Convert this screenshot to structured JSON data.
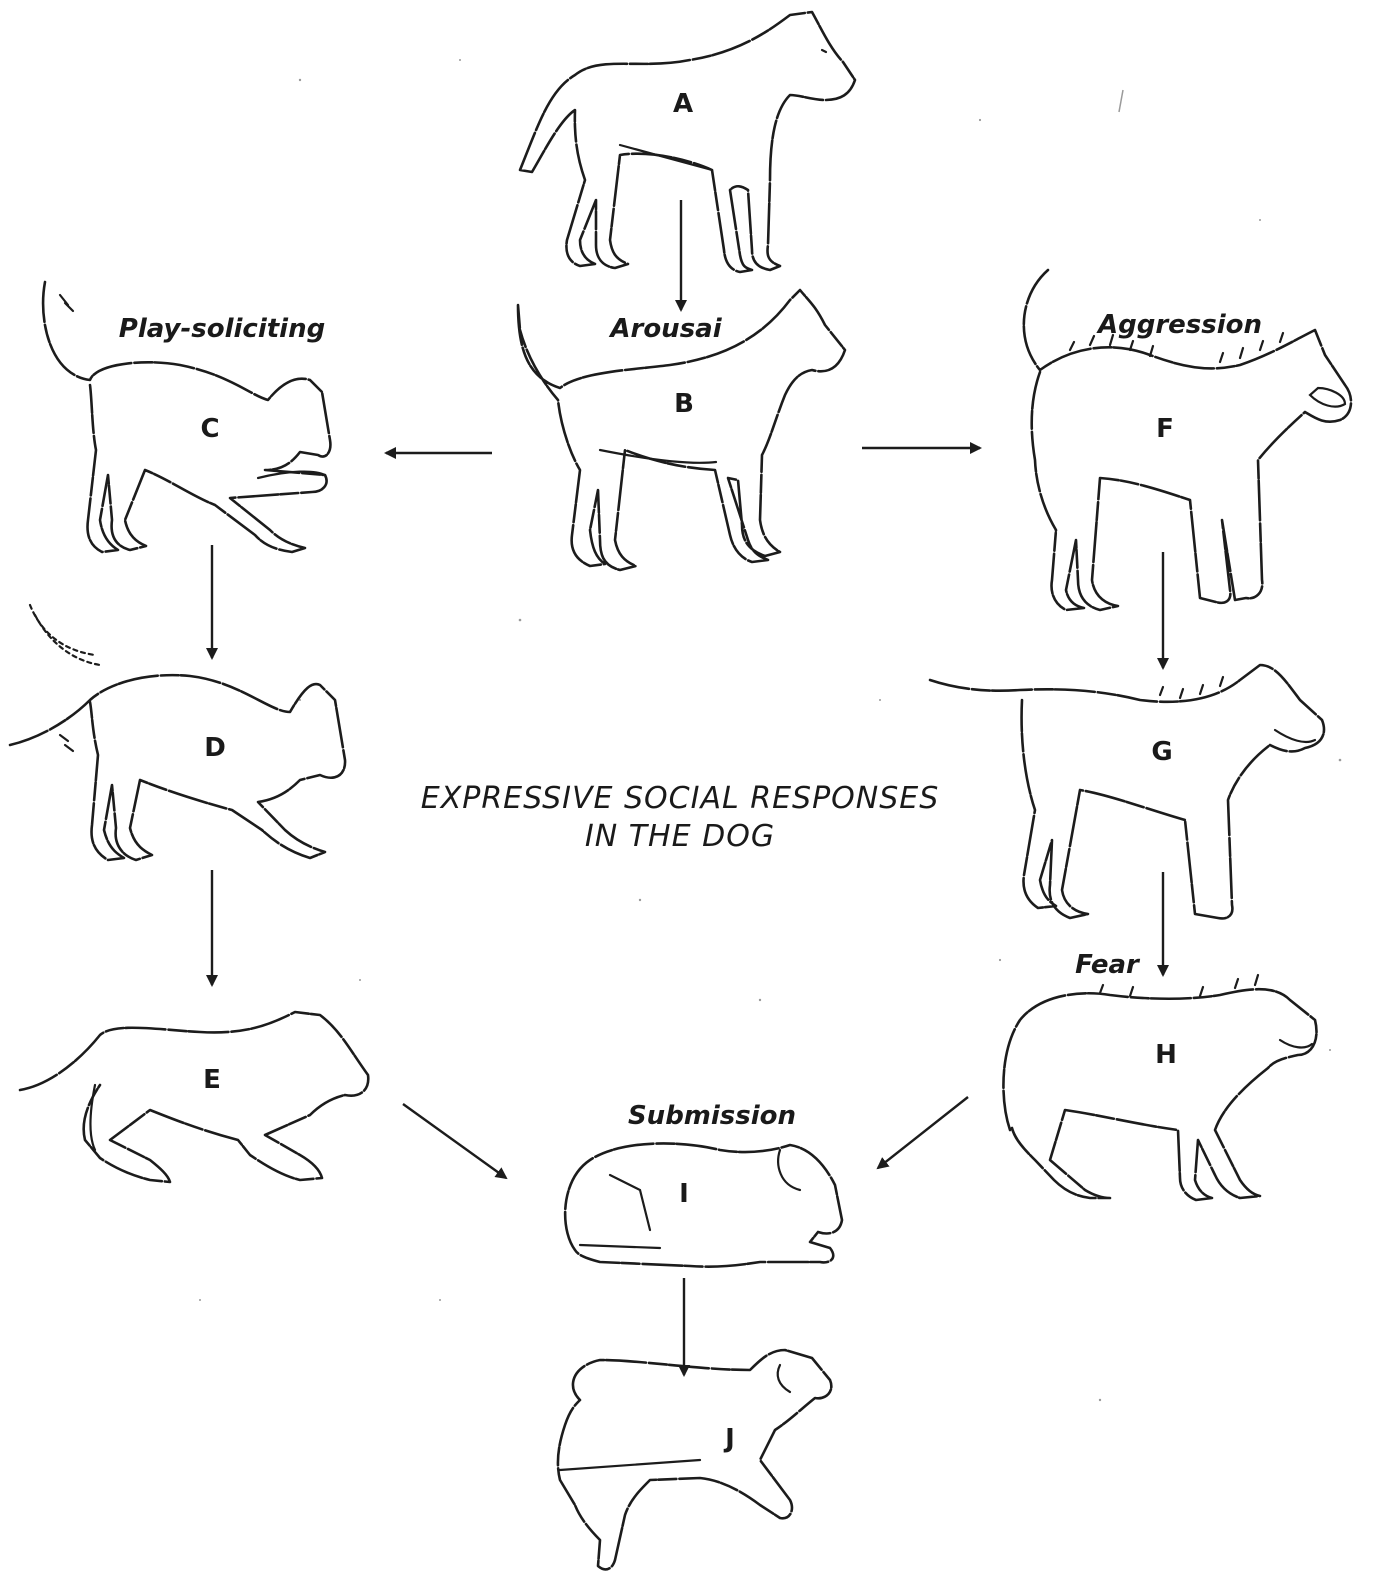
{
  "title_lines": [
    "EXPRESSIVE SOCIAL RESPONSES",
    "IN THE DOG"
  ],
  "state_labels": {
    "play": "Play-soliciting",
    "arousal": "Arousai",
    "aggression": "Aggression",
    "fear": "Fear",
    "submission": "Submission"
  },
  "dogs": [
    "A",
    "B",
    "C",
    "D",
    "E",
    "F",
    "G",
    "H",
    "I",
    "J"
  ],
  "colors": {
    "ink": "#1c1c1c",
    "paper": "#ffffff",
    "speckle": "#9a9a9a"
  }
}
